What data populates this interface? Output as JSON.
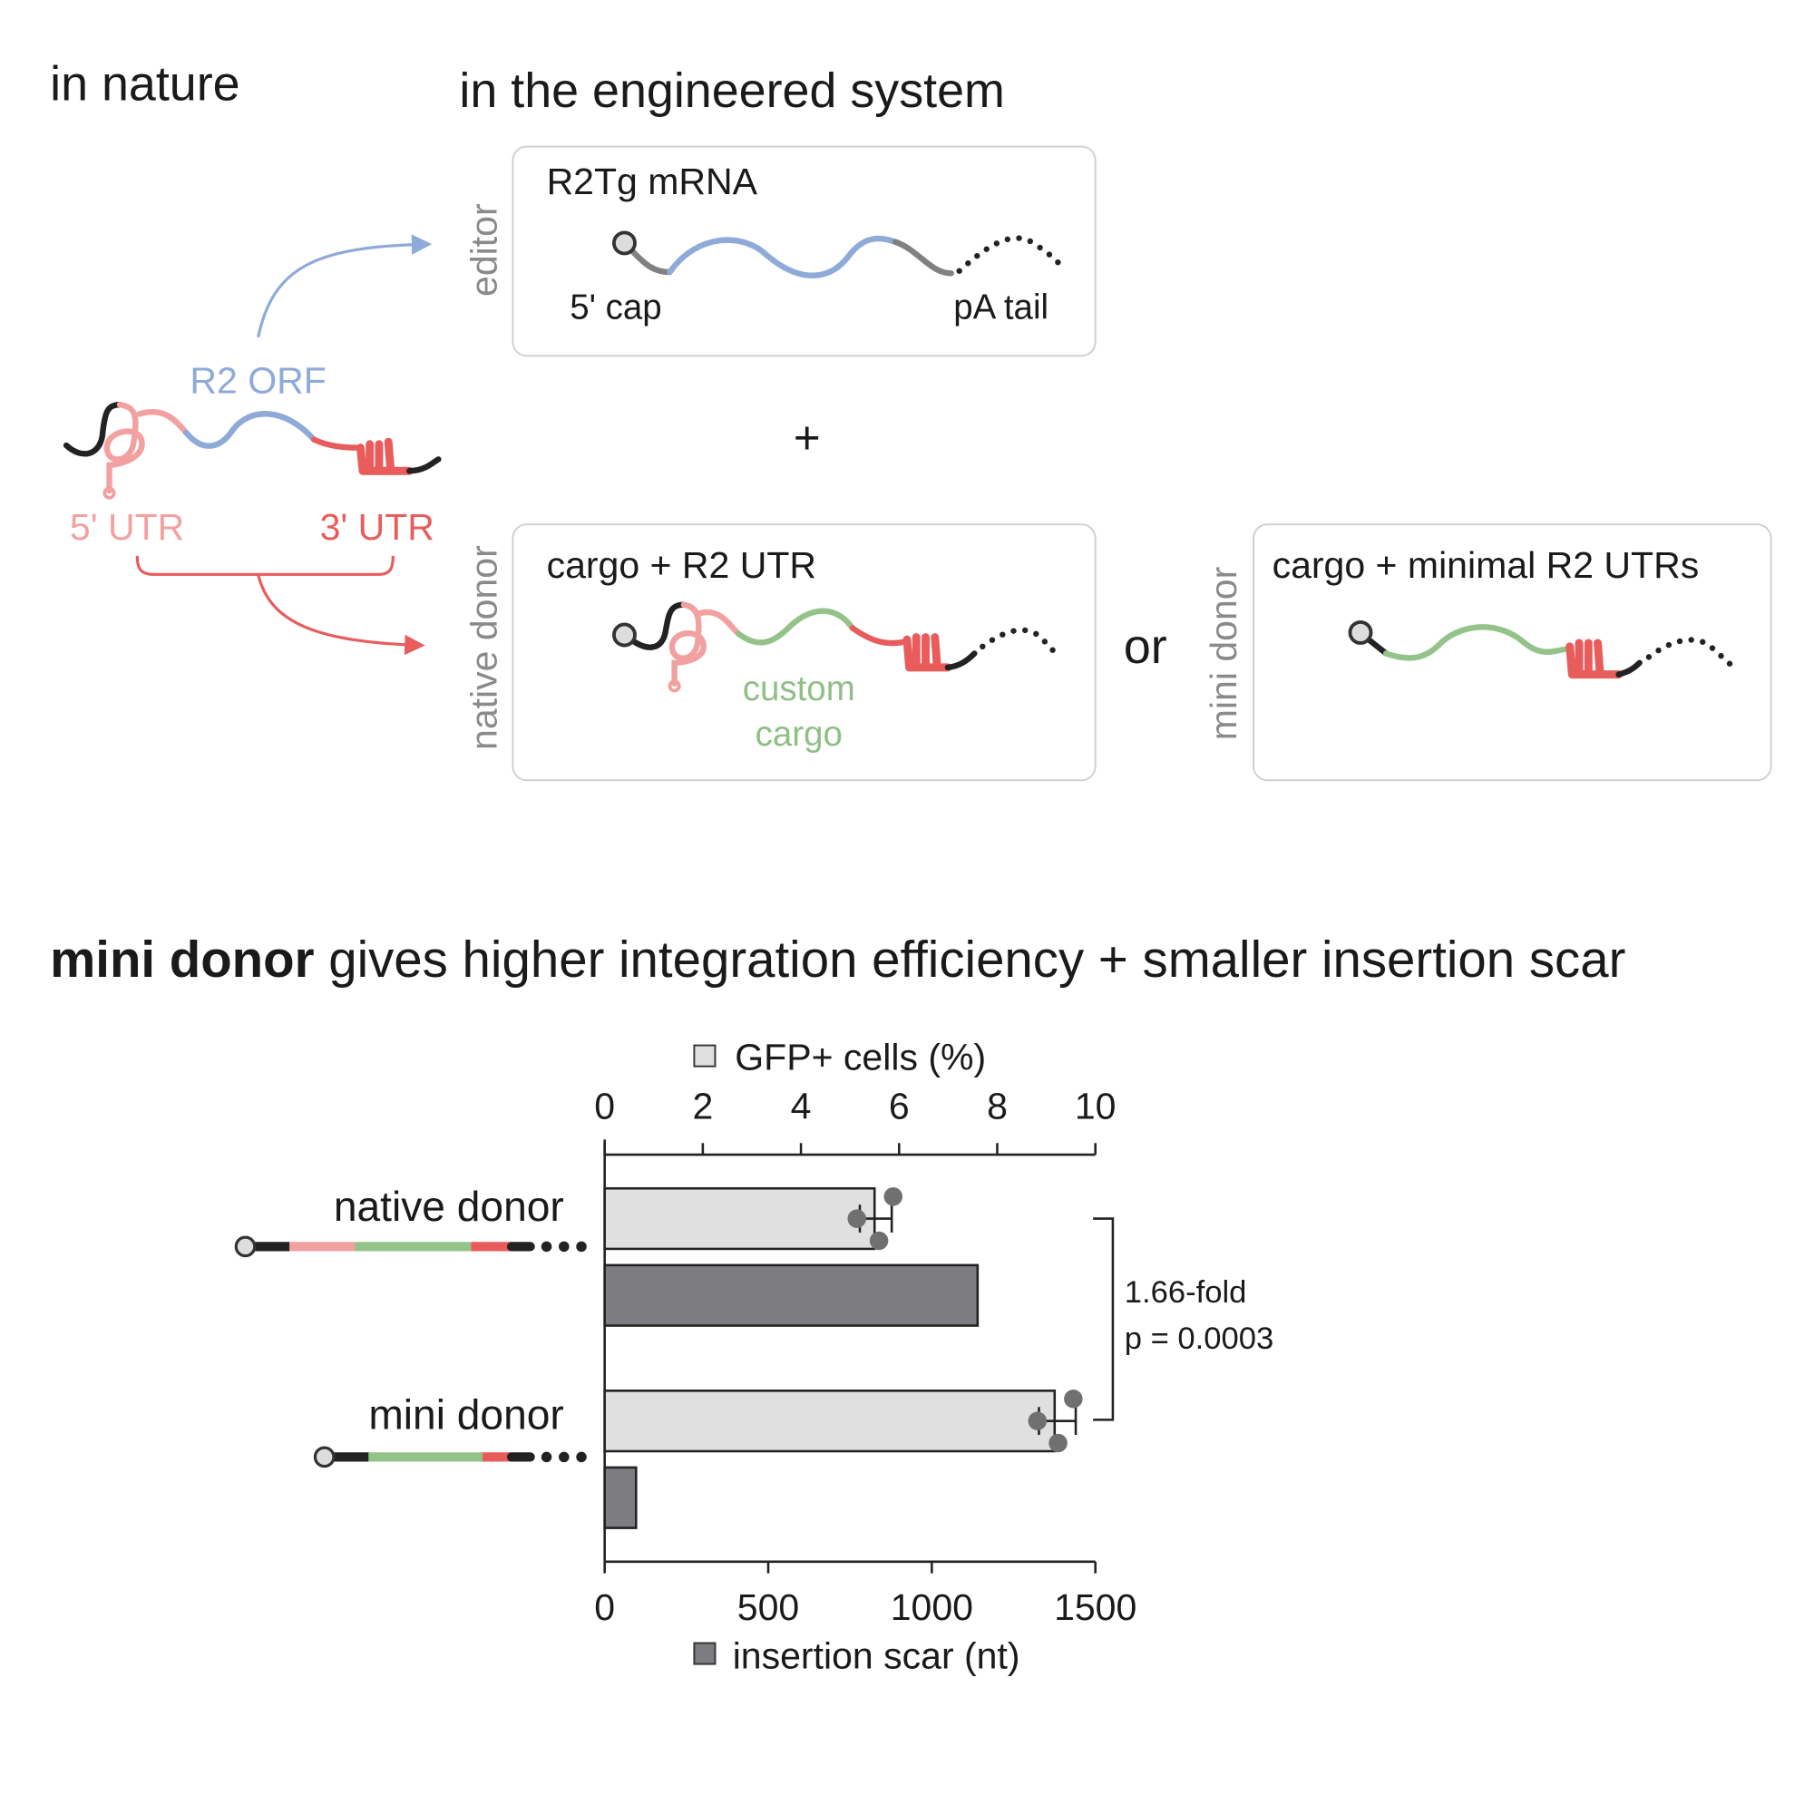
{
  "left_title": "in nature",
  "right_title": "in the engineered system",
  "nature": {
    "orf_label": "R2 ORF",
    "utr5_label": "5' UTR",
    "utr3_label": "3' UTR"
  },
  "editor": {
    "side_label": "editor",
    "title": "R2Tg mRNA",
    "cap_label": "5' cap",
    "tail_label": "pA tail"
  },
  "plus": "+",
  "or": "or",
  "native_donor": {
    "side_label": "native donor",
    "title": "cargo + R2 UTR",
    "cargo_line1": "custom",
    "cargo_line2": "cargo"
  },
  "mini_donor": {
    "side_label": "mini donor",
    "title": "cargo + minimal R2 UTRs"
  },
  "headline": {
    "bold": "mini donor",
    "rest": " gives higher integration efficiency + smaller insertion scar"
  },
  "colors": {
    "orf": "#8eaad8",
    "utr5": "#f2a0a0",
    "utr3": "#e85c5c",
    "cargo": "#94c38a",
    "gfp_bar": "#dfe0df",
    "scar_bar": "#7d7c80",
    "dot": "#707070"
  },
  "chart_data": {
    "type": "bar",
    "orientation": "horizontal",
    "categories": [
      "native donor",
      "mini donor"
    ],
    "series": [
      {
        "name": "GFP+ cells (%)",
        "axis": "top",
        "values": [
          5.5,
          9.17
        ],
        "points": [
          [
            5.88,
            5.14,
            5.59
          ],
          [
            9.55,
            8.82,
            9.24
          ]
        ],
        "error": [
          [
            5.2,
            5.85
          ],
          [
            8.85,
            9.6
          ]
        ]
      },
      {
        "name": "insertion scar (nt)",
        "axis": "bottom",
        "values": [
          1140,
          96
        ]
      }
    ],
    "top_axis": {
      "range": [
        0,
        10
      ],
      "ticks": [
        "0",
        "2",
        "4",
        "6",
        "8",
        "10"
      ]
    },
    "bottom_axis": {
      "range": [
        0,
        1500
      ],
      "ticks": [
        "0",
        "500",
        "1000",
        "1500"
      ]
    },
    "annotation": {
      "fold": "1.66-fold",
      "p": "p = 0.0003"
    }
  }
}
